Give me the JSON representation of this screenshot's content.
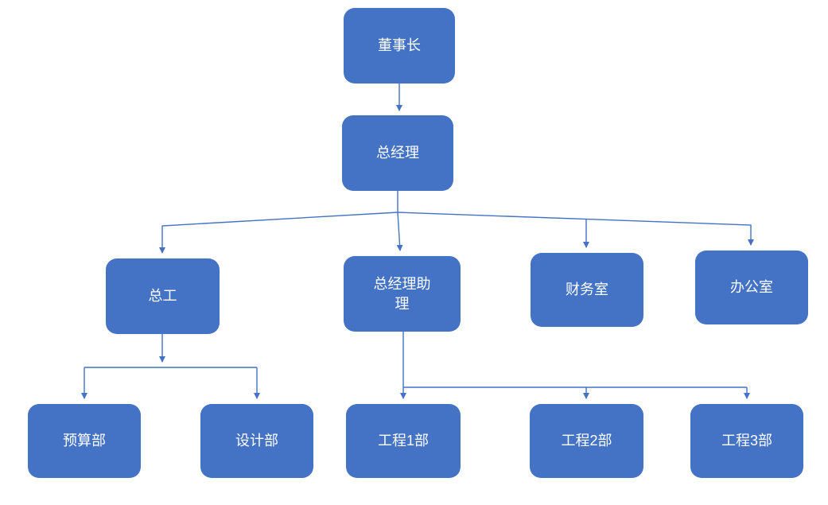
{
  "diagram": {
    "type": "org-chart",
    "nodes": {
      "chairman": {
        "label": "董事长"
      },
      "gm": {
        "label": "总经理"
      },
      "chief_engineer": {
        "label": "总工"
      },
      "gm_assistant": {
        "label": "总经理助理"
      },
      "finance": {
        "label": "财务室"
      },
      "office": {
        "label": "办公室"
      },
      "budget": {
        "label": "预算部"
      },
      "design": {
        "label": "设计部"
      },
      "eng1": {
        "label": "工程1部"
      },
      "eng2": {
        "label": "工程2部"
      },
      "eng3": {
        "label": "工程3部"
      }
    },
    "edges": [
      {
        "from": "董事长",
        "to": "总经理"
      },
      {
        "from": "总经理",
        "to": "总工"
      },
      {
        "from": "总经理",
        "to": "总经理助理"
      },
      {
        "from": "总经理",
        "to": "财务室"
      },
      {
        "from": "总经理",
        "to": "办公室"
      },
      {
        "from": "总工",
        "to": "预算部"
      },
      {
        "from": "总工",
        "to": "设计部"
      },
      {
        "from": "总经理助理",
        "to": "工程1部"
      },
      {
        "from": "总经理助理",
        "to": "工程2部"
      },
      {
        "from": "总经理助理",
        "to": "工程3部"
      }
    ],
    "colors": {
      "node_fill": "#4472C4",
      "node_text": "#FFFFFF",
      "line": "#4472C4",
      "background": "#FFFFFF"
    }
  }
}
